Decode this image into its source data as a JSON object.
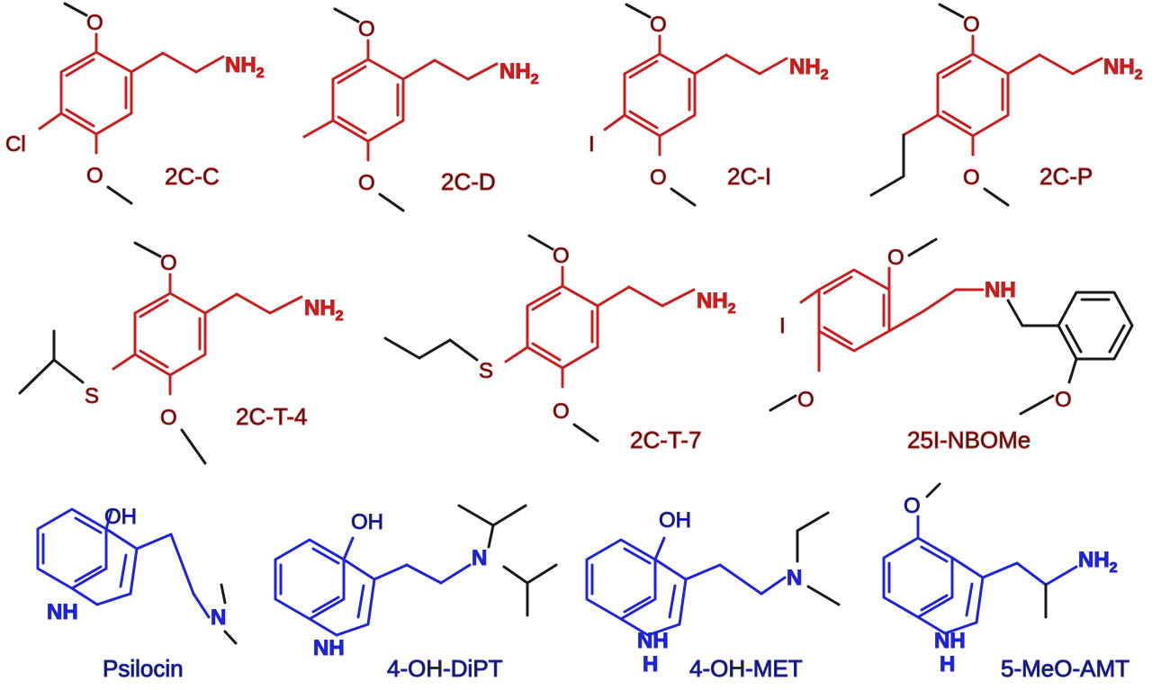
{
  "colors": {
    "phenethylamine": "#c81e1e",
    "tryptamine": "#1f25d6",
    "text": "#1a1a1a"
  },
  "compounds": [
    {
      "name": "2C-C",
      "substituent_atom": "Cl",
      "atoms": {
        "o_top": "O",
        "o_bot": "O",
        "amine": "NH",
        "amine_sub": "2"
      }
    },
    {
      "name": "2C-D",
      "atoms": {
        "o_top": "O",
        "o_bot": "O",
        "amine": "NH",
        "amine_sub": "2"
      }
    },
    {
      "name": "2C-I",
      "substituent_atom": "I",
      "atoms": {
        "o_top": "O",
        "o_bot": "O",
        "amine": "NH",
        "amine_sub": "2"
      }
    },
    {
      "name": "2C-P",
      "atoms": {
        "o_top": "O",
        "o_bot": "O",
        "amine": "NH",
        "amine_sub": "2"
      }
    },
    {
      "name": "2C-T-4",
      "substituent_atom": "S",
      "atoms": {
        "o_top": "O",
        "o_bot": "O",
        "amine": "NH",
        "amine_sub": "2"
      }
    },
    {
      "name": "2C-T-7",
      "substituent_atom": "S",
      "atoms": {
        "o_top": "O",
        "o_bot": "O",
        "amine": "NH",
        "amine_sub": "2"
      }
    },
    {
      "name": "25I-NBOMe",
      "substituent_atom": "I",
      "atoms": {
        "o_top": "O",
        "o_bot": "O",
        "o_benzyl": "O",
        "amine": "NH"
      }
    },
    {
      "name": "Psilocin",
      "atoms": {
        "oh": "OH",
        "nh": "NH",
        "n": "N"
      }
    },
    {
      "name": "4-OH-DiPT",
      "atoms": {
        "oh": "OH",
        "nh": "NH",
        "n": "N"
      }
    },
    {
      "name": "4-OH-MET",
      "atoms": {
        "oh": "OH",
        "nh": "NH",
        "h": "H",
        "n": "N"
      }
    },
    {
      "name": "5-MeO-AMT",
      "atoms": {
        "o": "O",
        "nh": "NH",
        "h": "H",
        "amine": "NH",
        "amine_sub": "2"
      }
    }
  ]
}
